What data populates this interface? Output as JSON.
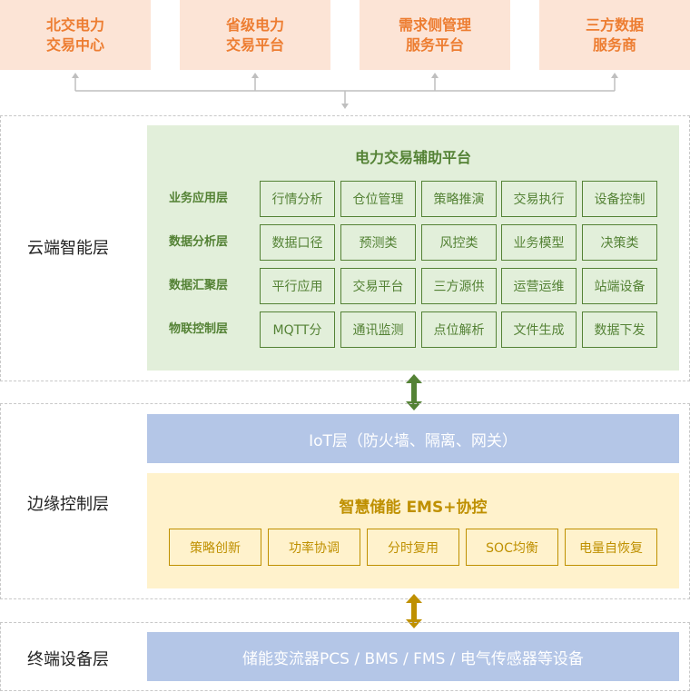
{
  "top_boxes": [
    "北交电力\n交易中心",
    "省级电力\n交易平台",
    "需求侧管理\n服务平台",
    "三方数据\n服务商"
  ],
  "cloud": {
    "label": "云端智能层",
    "title": "电力交易辅助平台",
    "rows": [
      {
        "label": "业务应用层",
        "cells": [
          "行情分析",
          "仓位管理",
          "策略推演",
          "交易执行",
          "设备控制"
        ]
      },
      {
        "label": "数据分析层",
        "cells": [
          "数据口径",
          "预测类",
          "风控类",
          "业务模型",
          "决策类"
        ]
      },
      {
        "label": "数据汇聚层",
        "cells": [
          "平行应用",
          "交易平台",
          "三方源供",
          "运营运维",
          "站端设备"
        ]
      },
      {
        "label": "物联控制层",
        "cells": [
          "MQTT分",
          "通讯监测",
          "点位解析",
          "文件生成",
          "数据下发"
        ]
      }
    ]
  },
  "edge": {
    "label": "边缘控制层",
    "iot": "IoT层（防火墙、隔离、网关）",
    "ems_title": "智慧储能 EMS+协控",
    "ems_cells": [
      "策略创新",
      "功率协调",
      "分时复用",
      "SOC均衡",
      "电量自恢复"
    ]
  },
  "terminal": {
    "label": "终端设备层",
    "bar": "储能变流器PCS / BMS / FMS / 电气传感器等设备"
  },
  "colors": {
    "green": "#548235",
    "gold": "#bf9000",
    "orange": "#ed7d31",
    "blue": "#b4c6e7"
  }
}
